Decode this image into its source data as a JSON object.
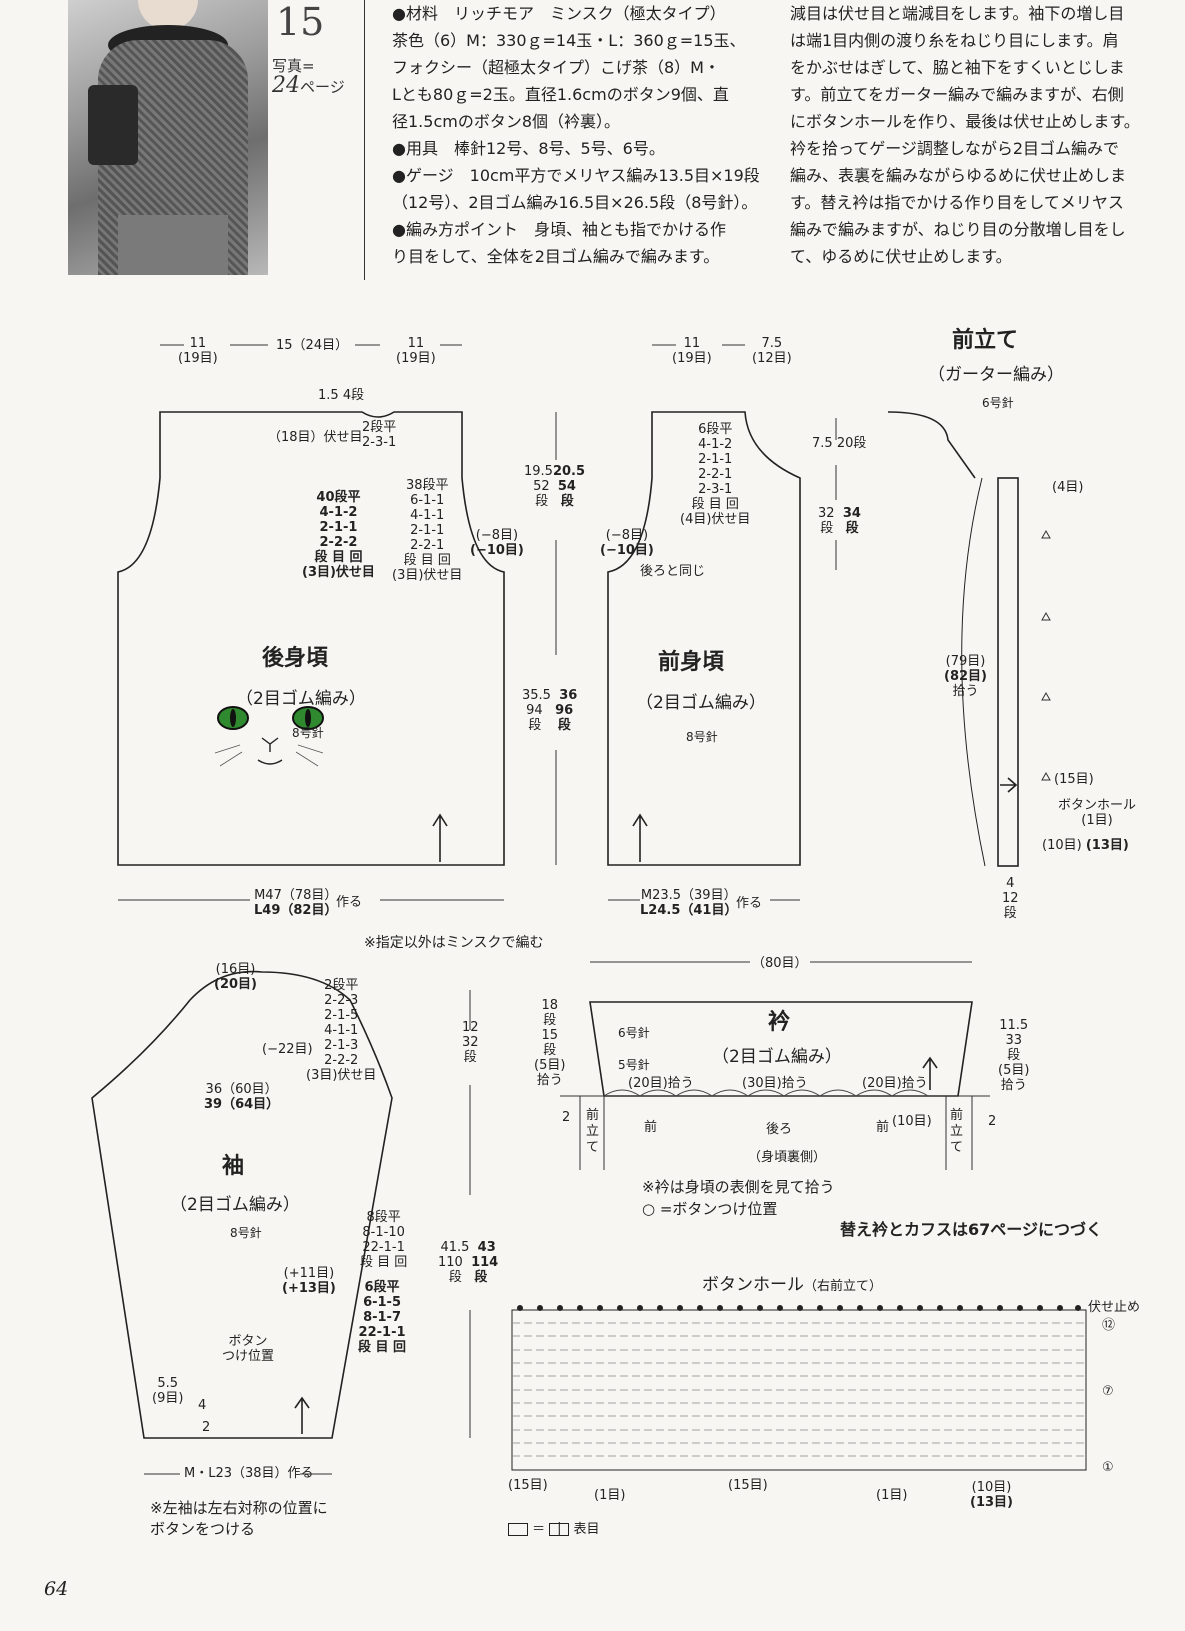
{
  "header": {
    "pattern_number": "15",
    "photo_ref_label": "写真=",
    "photo_ref_page": "24",
    "photo_ref_suffix": "ページ",
    "materials": [
      "●材料　リッチモア　ミンスク（極太タイプ）",
      "茶色（6）M：330ｇ=14玉・L：360ｇ=15玉、",
      "フォクシー（超極太タイプ）こげ茶（8）M・",
      "Lとも80ｇ=2玉。直径1.6cmのボタン9個、直",
      "径1.5cmのボタン8個（衿裏）。",
      "●用具　棒針12号、8号、5号、6号。",
      "●ゲージ　10cm平方でメリヤス編み13.5目×19段",
      "（12号）、2目ゴム編み16.5目×26.5段（8号針）。",
      "●編み方ポイント　身頃、袖とも指でかける作",
      "り目をして、全体を2目ゴム編みで編みます。"
    ],
    "notes": [
      "減目は伏せ目と端減目をします。袖下の増し目",
      "は端1目内側の渡り糸をねじり目にします。肩",
      "をかぶせはぎして、脇と袖下をすくいとじしま",
      "す。前立てをガーター編みで編みますが、右側",
      "にボタンホールを作り、最後は伏せ止めします。",
      "衿を拾ってゲージ調整しながら2目ゴム編みで",
      "編み、表裏を編みながらゆるめに伏せ止めしま",
      "す。替え衿は指でかける作り目をしてメリヤス",
      "編みで編みますが、ねじり目の分散増し目をし",
      "て、ゆるめに伏せ止めします。"
    ]
  },
  "back": {
    "title": "後身頃",
    "pattern": "（2目ゴム編み）",
    "needle": "8号針",
    "top_dims": [
      "11",
      "(19目)",
      "15（24目）",
      "11",
      "(19目)"
    ],
    "neck_depth": [
      "1.5",
      "4",
      "段"
    ],
    "neck_bind": "（18目）伏せ目",
    "neck_dec": [
      "2段平",
      "2-3-1"
    ],
    "arm_left": [
      "40段平",
      "4-1-2",
      "2-1-1",
      "2-2-2",
      "段 目 回",
      "(3目)伏せ目"
    ],
    "arm_right": [
      "38段平",
      "6-1-1",
      "4-1-1",
      "2-1-1",
      "2-2-1",
      "段 目 回",
      "(3目)伏せ目"
    ],
    "arm_dec": [
      "(−8目)",
      "(−10目)"
    ],
    "height_armhole": [
      "19.5",
      "20.5",
      "52",
      "54",
      "段",
      "段"
    ],
    "height_body": [
      "35.5",
      "36",
      "94",
      "96",
      "段",
      "段"
    ],
    "cast_on": [
      "M47（78目）",
      "L49（82目）",
      "作る"
    ]
  },
  "front": {
    "title": "前身頃",
    "pattern": "（2目ゴム編み）",
    "needle": "8号針",
    "top_dims": [
      "11",
      "(19目)",
      "7.5",
      "(12目)"
    ],
    "neck_dec": [
      "6段平",
      "4-1-2",
      "2-1-1",
      "2-2-1",
      "2-3-1",
      "段 目 回",
      "(4目)伏せ目"
    ],
    "neck_depth": [
      "7.5",
      "20",
      "段"
    ],
    "side_h": [
      "32",
      "34",
      "段",
      "段"
    ],
    "arm_dec": [
      "(−8目)",
      "(−10目)"
    ],
    "same_as_back": "後ろと同じ",
    "cast_on": [
      "M23.5（39目）",
      "L24.5（41目）",
      "作る"
    ]
  },
  "band": {
    "title": "前立て",
    "pattern": "（ガーター編み）",
    "needle": "6号針",
    "pick": [
      "(79目)",
      "(82目)",
      "拾う"
    ],
    "top_label": "(4目)",
    "mark_label": "(15目)",
    "buttonhole": [
      "ボタンホール",
      "(1目)"
    ],
    "bottom_label": [
      "(10目)",
      "(13目)"
    ],
    "width": [
      "4",
      "12",
      "段"
    ]
  },
  "note_minsk": "※指定以外はミンスクで編む",
  "sleeve": {
    "title": "袖",
    "pattern": "（2目ゴム編み）",
    "needle": "8号針",
    "top": [
      "(16目)",
      "(20目)"
    ],
    "cap_dec": [
      "2段平",
      "2-2-3",
      "2-1-5",
      "4-1-1",
      "2-1-3",
      "2-2-2",
      "(3目)伏せ目"
    ],
    "cap_total": "(−22目)",
    "width": [
      "36（60目）",
      "39（64目）"
    ],
    "cap_h": [
      "12",
      "32",
      "段"
    ],
    "inc_top": [
      "8段平",
      "8-1-10",
      "22-1-1",
      "段 目 回"
    ],
    "inc_total": [
      "(+11目)",
      "(+13目)"
    ],
    "inc_bottom": [
      "6段平",
      "6-1-5",
      "8-1-7",
      "22-1-1",
      "段 目 回"
    ],
    "len": [
      "41.5",
      "43",
      "110",
      "114",
      "段",
      "段"
    ],
    "button_pos": [
      "ボタン",
      "つけ位置"
    ],
    "button_dims": [
      "5.5",
      "(9目)",
      "4",
      "2"
    ],
    "cast_on": "M・L23（38目）作る",
    "left_note": [
      "※左袖は左右対称の位置に",
      "ボタンをつける"
    ]
  },
  "collar": {
    "title": "衿",
    "pattern": "（2目ゴム編み）",
    "width": "（80目）",
    "needle6": "6号針",
    "needle5": "5号針",
    "left_h": [
      "18",
      "段",
      "15",
      "段",
      "(5目)",
      "拾う"
    ],
    "right_h": [
      "11.5",
      "33",
      "段",
      "(5目)",
      "拾う"
    ],
    "picks": [
      "(20目)拾う",
      "(30目)拾う",
      "(20目)拾う"
    ],
    "front_l": "前",
    "back": "後ろ",
    "front_r": "前",
    "band_l": "前立て",
    "band_r": "前立て",
    "bottom_r": "(10目)",
    "edge": "2",
    "body_back": "（身頃裏側）",
    "notes": [
      "※衿は身頃の表側を見て拾う",
      "○ =ボタンつけ位置"
    ]
  },
  "continue_note": "替え衿とカフスは67ページにつづく",
  "chart": {
    "title": "ボタンホール",
    "subtitle": "（右前立て）",
    "row_labels": [
      "伏せ止め",
      "⑫",
      "⑦",
      "①"
    ],
    "bottom": [
      "(15目)",
      "(1目)",
      "(15目)",
      "(1目)",
      "(10目)",
      "(13目)"
    ],
    "legend": "＝",
    "legend_sym": "|",
    "legend_text": "表目"
  },
  "page_number": "64"
}
